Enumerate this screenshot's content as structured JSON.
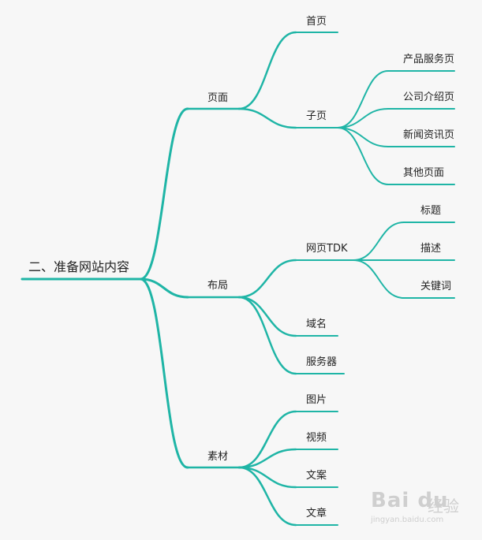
{
  "colors": {
    "line": "#1fb5a6",
    "background": "#f7f7f7",
    "text": "#222222",
    "watermark": "#cfcfcf"
  },
  "mindmap": {
    "root": "二、准备网站内容",
    "branches": [
      {
        "label": "页面",
        "children": [
          {
            "label": "首页",
            "children": []
          },
          {
            "label": "子页",
            "children": [
              "产品服务页",
              "公司介绍页",
              "新闻资讯页",
              "其他页面"
            ]
          }
        ]
      },
      {
        "label": "布局",
        "children": [
          {
            "label": "网页TDK",
            "children": [
              "标题",
              "描述",
              "关键词"
            ]
          },
          {
            "label": "域名",
            "children": []
          },
          {
            "label": "服务器",
            "children": []
          }
        ]
      },
      {
        "label": "素材",
        "children": [
          {
            "label": "图片",
            "children": []
          },
          {
            "label": "视频",
            "children": []
          },
          {
            "label": "文案",
            "children": []
          },
          {
            "label": "文章",
            "children": []
          }
        ]
      }
    ]
  },
  "watermark": {
    "brand": "Bai du",
    "brand_cn": "经验",
    "url": "jingyan.baidu.com"
  }
}
